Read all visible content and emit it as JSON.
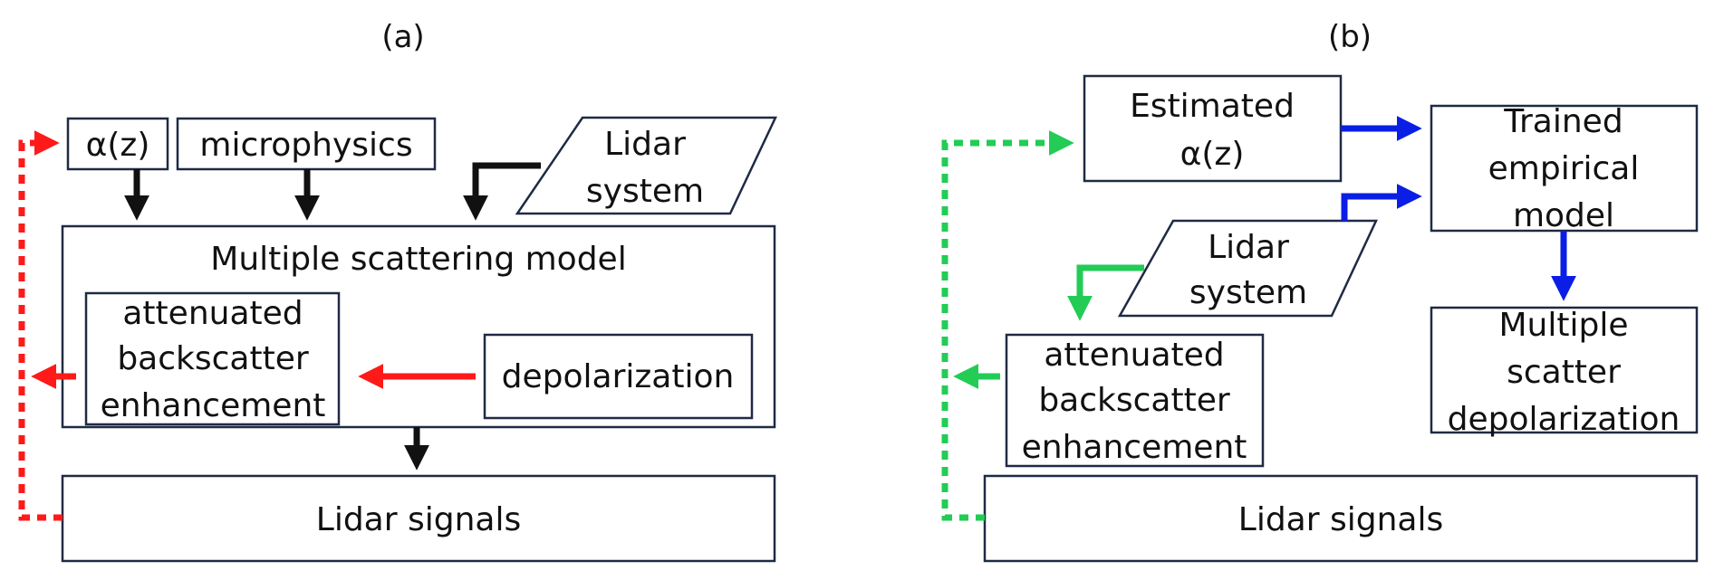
{
  "panel_a": {
    "label": "(a)",
    "alpha": "α(z)",
    "microphysics": "microphysics",
    "lidar_system": [
      "Lidar",
      "system"
    ],
    "model_title": "Multiple scattering model",
    "backscatter": [
      "attenuated",
      "backscatter",
      "enhancement"
    ],
    "depolarization": "depolarization",
    "signals": "Lidar signals"
  },
  "panel_b": {
    "label": "(b)",
    "estimated_alpha": [
      "Estimated",
      "α(z)"
    ],
    "trained_model": [
      "Trained",
      "empirical",
      "model"
    ],
    "lidar_system": [
      "Lidar",
      "system"
    ],
    "backscatter": [
      "attenuated",
      "backscatter",
      "enhancement"
    ],
    "ms_depol": [
      "Multiple",
      "scatter",
      "depolarization"
    ],
    "signals": "Lidar signals"
  },
  "colors": {
    "black_arrow": "#111111",
    "red_arrow": "#ff1a1a",
    "green_arrow": "#22cc55",
    "blue_arrow": "#0a1ee6",
    "box_border": "#1f2a44"
  }
}
